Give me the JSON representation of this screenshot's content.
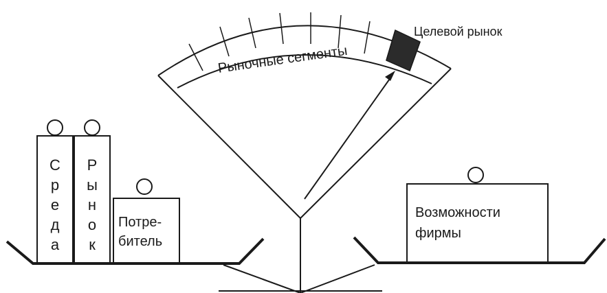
{
  "colors": {
    "ink": "#1a1a1a",
    "paper": "#ffffff",
    "target_fill": "#2b2b2b"
  },
  "labels": {
    "target_market": "Целевой рынок",
    "market_segments": "Рыночные сегменты",
    "environment": "Среда",
    "environment_letters": [
      "С",
      "р",
      "е",
      "д",
      "а"
    ],
    "market": "Рынок",
    "market_letters": [
      "Р",
      "ы",
      "н",
      "о",
      "к"
    ],
    "consumer_line1": "Потре-",
    "consumer_line2": "битель",
    "firm_line1": "Возможности",
    "firm_line2": "фирмы"
  },
  "scale": {
    "segment_count": 10,
    "target_segment_index": 8
  }
}
